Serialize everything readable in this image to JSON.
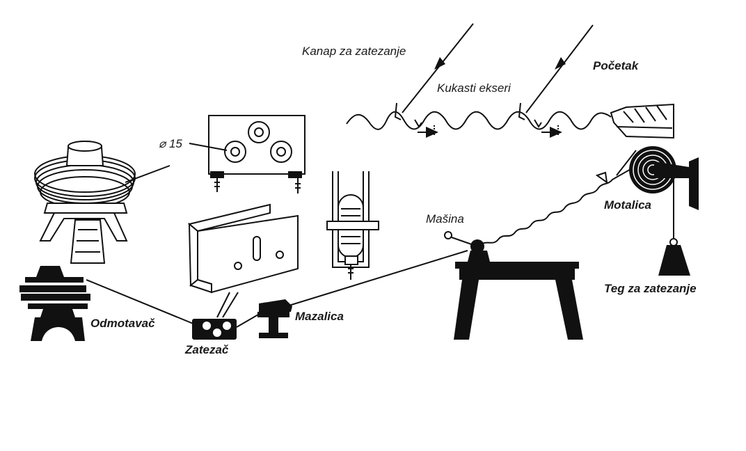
{
  "labels": {
    "kanap": "Kanap za zatezanje",
    "kukasti": "Kukasti ekseri",
    "pocetak": "Početak",
    "diameter": "⌀ 15",
    "masina": "Mašina",
    "motalica": "Motalica",
    "teg": "Teg za zatezanje",
    "odmotavac": "Odmotavač",
    "zatezac": "Zatezač",
    "mazalica": "Mazalica"
  }
}
